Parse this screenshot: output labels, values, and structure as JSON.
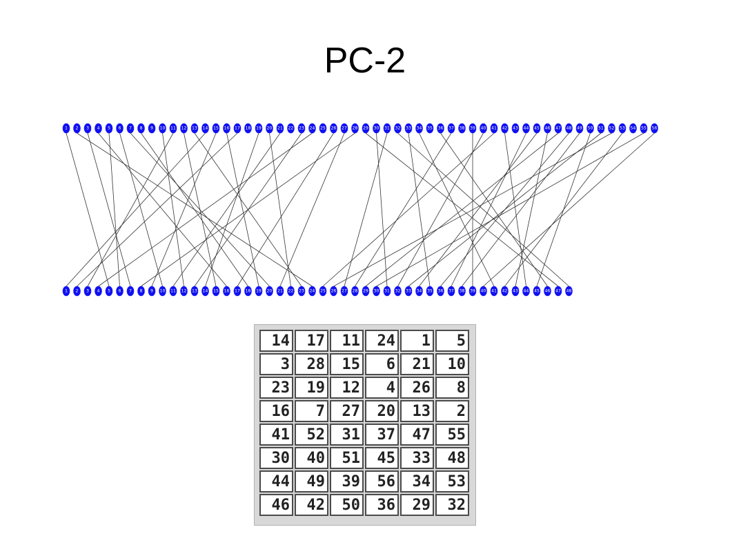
{
  "title": "PC-2",
  "colors": {
    "node_fill": "#1010f0",
    "node_stroke": "#2020ff",
    "edge": "#333333",
    "label": "#ffffff"
  },
  "diagram": {
    "top_labels": [
      "1",
      "2",
      "3",
      "4",
      "5",
      "6",
      "7",
      "8",
      "9",
      "10",
      "11",
      "12",
      "13",
      "14",
      "15",
      "16",
      "17",
      "18",
      "19",
      "20",
      "21",
      "22",
      "23",
      "24",
      "25",
      "26",
      "27",
      "28",
      "29",
      "30",
      "31",
      "32",
      "33",
      "34",
      "35",
      "36",
      "37",
      "38",
      "39",
      "40",
      "41",
      "42",
      "43",
      "44",
      "45",
      "46",
      "47",
      "48",
      "49",
      "50",
      "51",
      "52",
      "53",
      "54",
      "55",
      "56"
    ],
    "bottom_labels": [
      "1",
      "2",
      "3",
      "4",
      "5",
      "6",
      "7",
      "8",
      "9",
      "10",
      "11",
      "12",
      "13",
      "14",
      "15",
      "16",
      "17",
      "18",
      "19",
      "20",
      "21",
      "22",
      "23",
      "24",
      "25",
      "26",
      "27",
      "28",
      "29",
      "30",
      "31",
      "32",
      "33",
      "34",
      "35",
      "36",
      "37",
      "38",
      "39",
      "40",
      "41",
      "42",
      "43",
      "44",
      "45",
      "46",
      "47",
      "48"
    ],
    "mapping": [
      14,
      17,
      11,
      24,
      1,
      5,
      3,
      28,
      15,
      6,
      21,
      10,
      23,
      19,
      12,
      4,
      26,
      8,
      16,
      7,
      27,
      20,
      13,
      2,
      41,
      52,
      31,
      37,
      47,
      55,
      30,
      40,
      51,
      45,
      33,
      48,
      44,
      49,
      39,
      56,
      34,
      53,
      46,
      42,
      50,
      36,
      29,
      32
    ]
  },
  "table": {
    "rows": [
      [
        "14",
        "17",
        "11",
        "24",
        "1",
        "5"
      ],
      [
        "3",
        "28",
        "15",
        "6",
        "21",
        "10"
      ],
      [
        "23",
        "19",
        "12",
        "4",
        "26",
        "8"
      ],
      [
        "16",
        "7",
        "27",
        "20",
        "13",
        "2"
      ],
      [
        "41",
        "52",
        "31",
        "37",
        "47",
        "55"
      ],
      [
        "30",
        "40",
        "51",
        "45",
        "33",
        "48"
      ],
      [
        "44",
        "49",
        "39",
        "56",
        "34",
        "53"
      ],
      [
        "46",
        "42",
        "50",
        "36",
        "29",
        "32"
      ]
    ]
  }
}
